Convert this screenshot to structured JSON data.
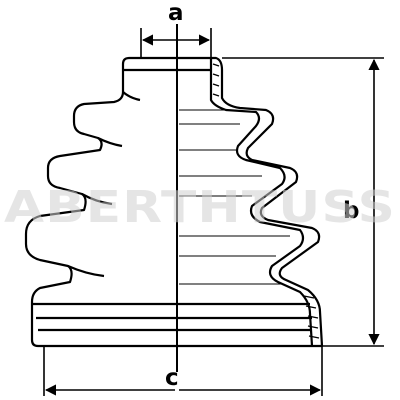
{
  "diagram": {
    "subject": "cv-joint-boot-cross-section",
    "dimensions": [
      {
        "id": "a",
        "label": "a"
      },
      {
        "id": "b",
        "label": "b"
      },
      {
        "id": "c",
        "label": "c"
      }
    ],
    "watermark": "ABERTHTUSS",
    "colors": {
      "line": "#000000",
      "fill": "#ffffff",
      "watermark": "#cfcfcf"
    }
  }
}
